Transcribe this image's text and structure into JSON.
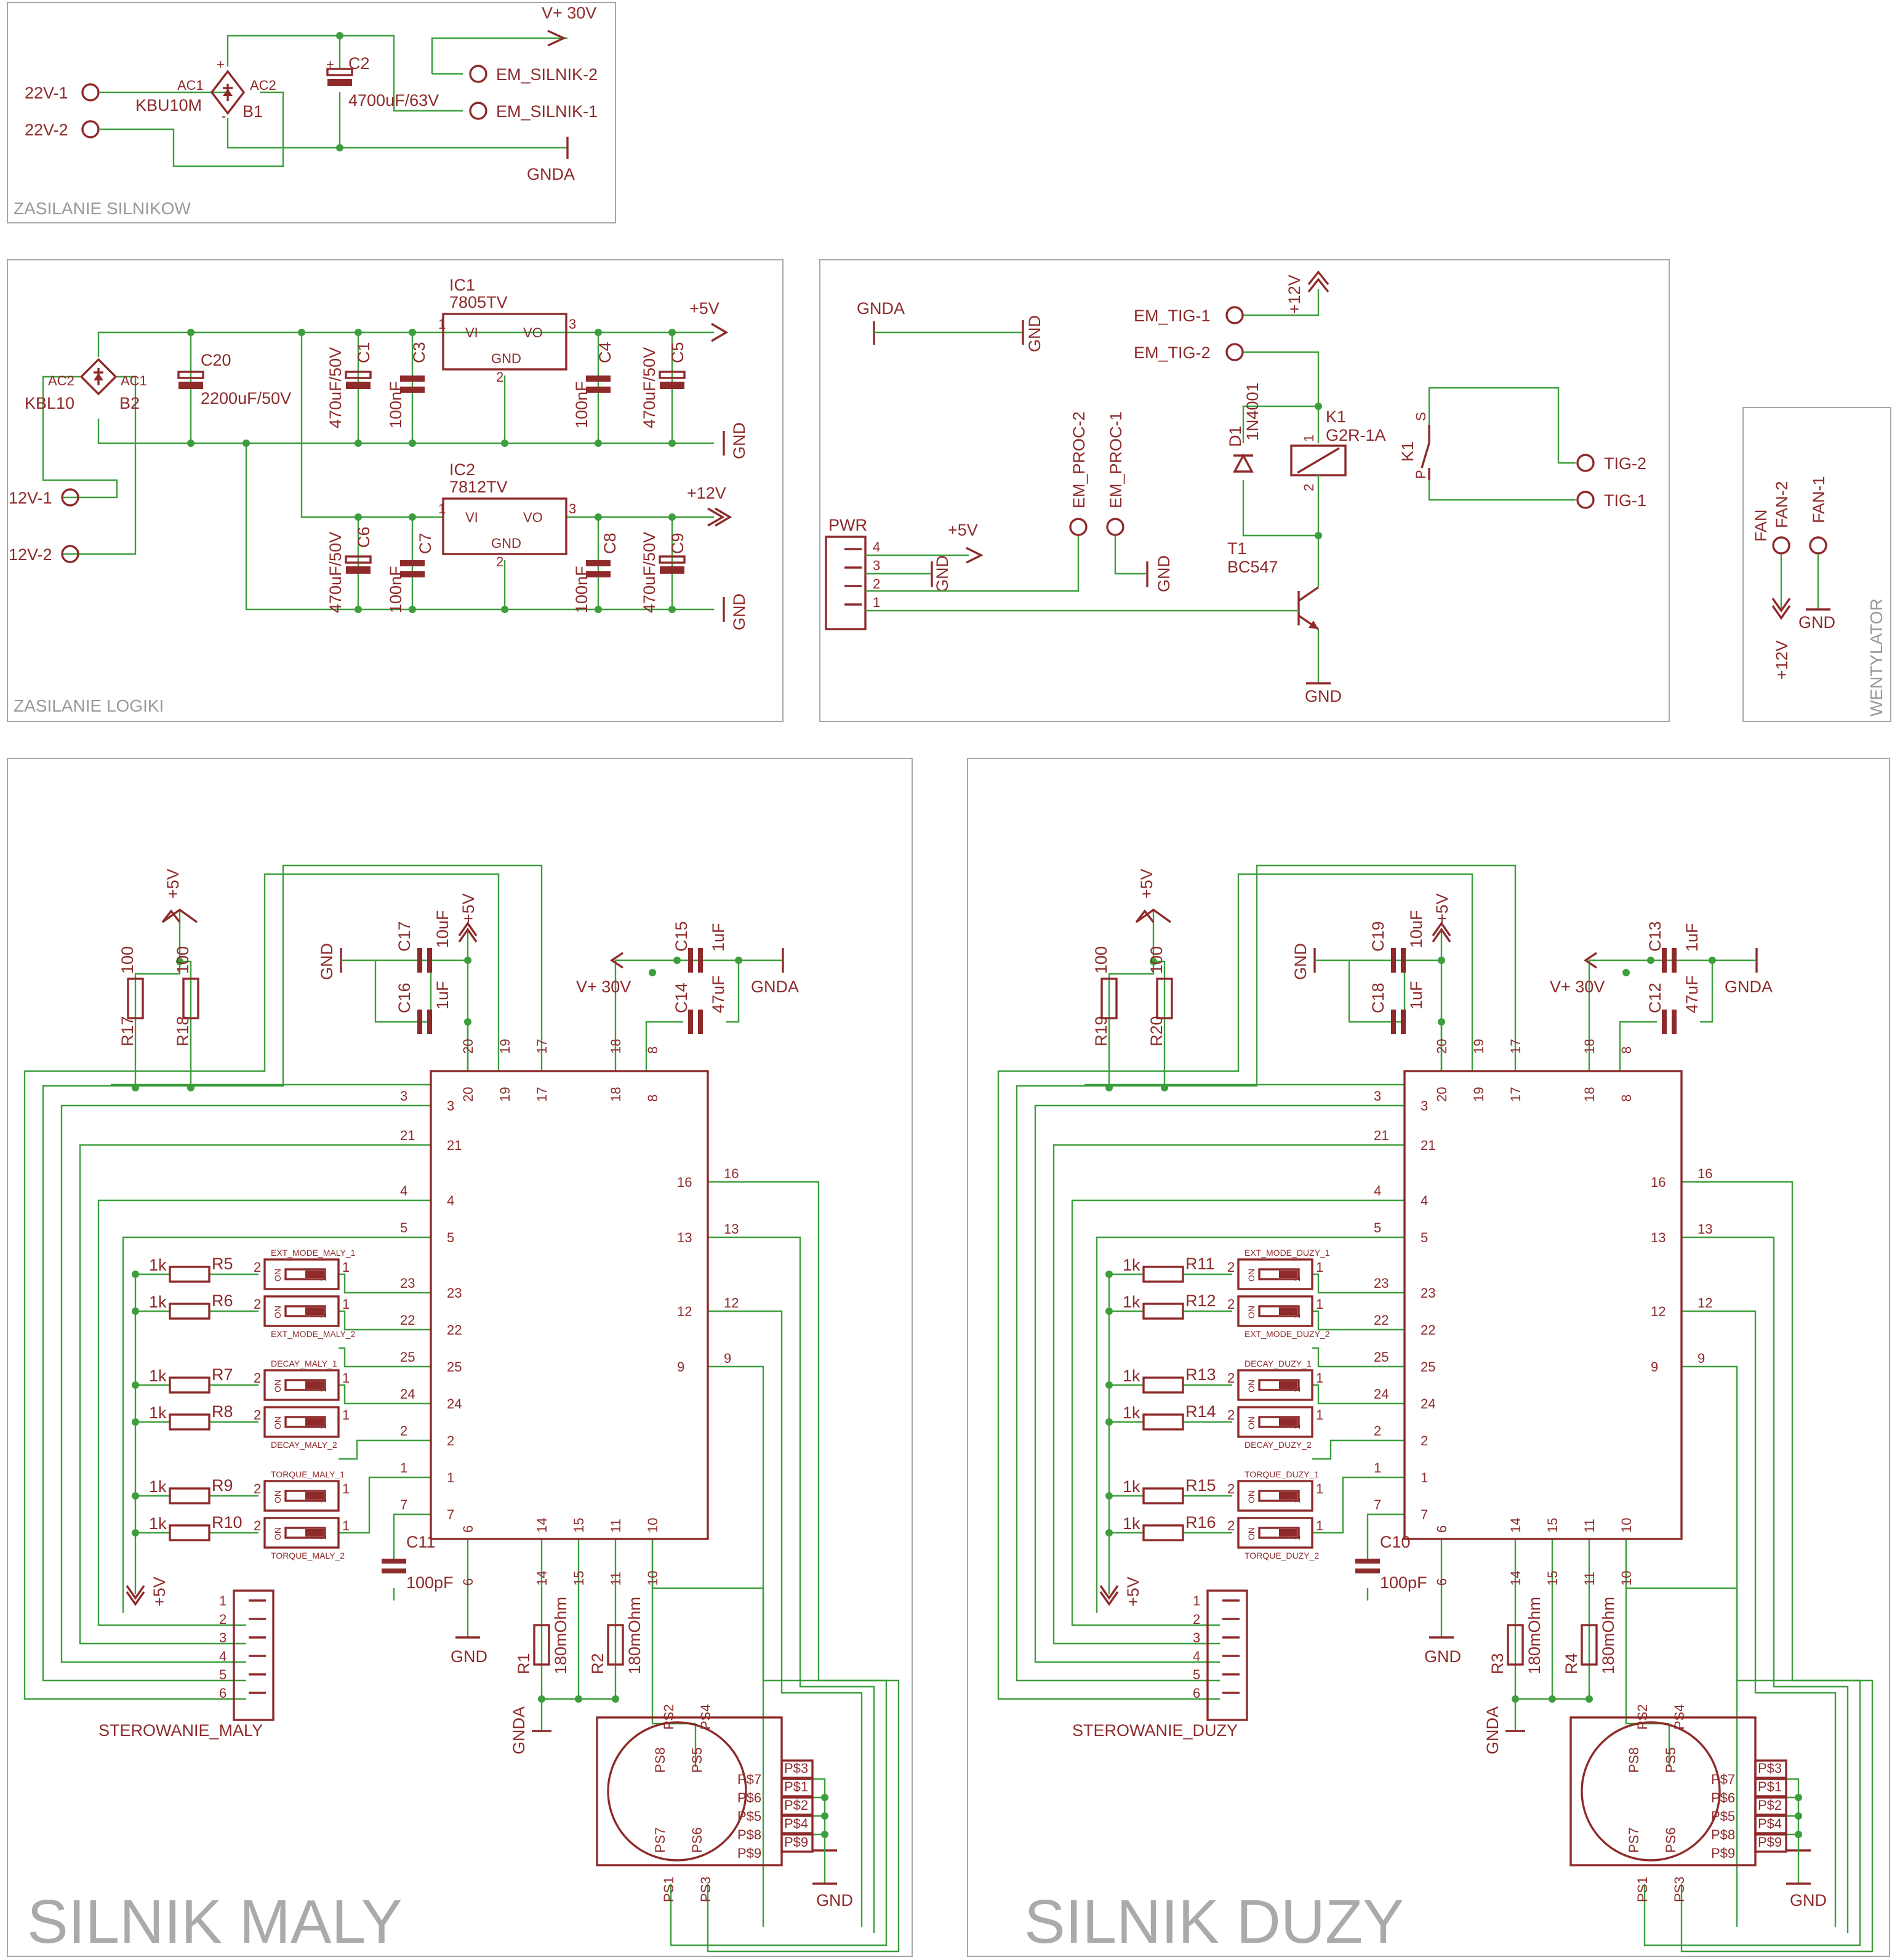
{
  "sheets": {
    "motor_power": "ZASILANIE SILNIKOW",
    "logic_power": "ZASILANIE LOGIKI",
    "fan": "WENTYLATOR",
    "small_motor": "SILNIK MALY",
    "large_motor": "SILNIK DUZY"
  },
  "motor_power": {
    "in1": "22V-1",
    "in2": "22V-2",
    "bridge_name": "B1",
    "bridge_value": "KBU10M",
    "ac1": "AC1",
    "ac2": "AC2",
    "plus": "+",
    "minus": "-",
    "cap_name": "C2",
    "cap_value": "4700uF/63V",
    "vplus": "V+ 30V",
    "em2": "EM_SILNIK-2",
    "em1": "EM_SILNIK-1",
    "gnda": "GNDA"
  },
  "logic_power": {
    "bridge_name": "B2",
    "bridge_value": "KBL10",
    "ac1": "AC1",
    "ac2": "AC2",
    "in1": "12V-1",
    "in2": "12V-2",
    "c20": "C20",
    "c20v": "2200uF/50V",
    "ic1": "IC1",
    "ic1v": "7805TV",
    "ic2": "IC2",
    "ic2v": "7812TV",
    "vi": "VI",
    "vo": "VO",
    "gnd": "GND",
    "p5v": "+5V",
    "p12v": "+12V",
    "c1": "C1",
    "c1v": "470uF/50V",
    "c3": "C3",
    "c3v": "100nF",
    "c4": "C4",
    "c4v": "100nF",
    "c5": "C5",
    "c5v": "470uF/50V",
    "c6": "C6",
    "c6v": "470uF/50V",
    "c7": "C7",
    "c7v": "100nF",
    "c8": "C8",
    "c8v": "100nF",
    "c9": "C9",
    "c9v": "470uF/50V",
    "pin1": "1",
    "pin2": "2",
    "pin3": "3"
  },
  "relay": {
    "gnda": "GNDA",
    "gnd": "GND",
    "em_tig1": "EM_TIG-1",
    "em_tig2": "EM_TIG-2",
    "p12v": "+12V",
    "p5v": "+5V",
    "em_proc2": "EM_PROC-2",
    "em_proc1": "EM_PROC-1",
    "d1": "D1",
    "d1v": "1N4001",
    "k1": "K1",
    "k1v": "G2R-1A",
    "k1b": "K1",
    "s": "S",
    "p": "P",
    "tig2": "TIG-2",
    "tig1": "TIG-1",
    "t1": "T1",
    "t1v": "BC547",
    "pwr": "PWR",
    "pins": [
      "4",
      "3",
      "2",
      "1"
    ],
    "coil1": "1",
    "coil2": "2"
  },
  "fan": {
    "fan": "FAN",
    "fan2": "FAN-2",
    "fan1": "FAN-1",
    "p12v": "+12V",
    "gnd": "GND"
  },
  "drivers": [
    {
      "r_pull": [
        "R17",
        "R18"
      ],
      "r_pull_v": "100",
      "p5v": "+5V",
      "gnd": "GND",
      "caps_top": [
        "C17",
        "C16"
      ],
      "caps_top_v": [
        "10uF",
        "1uF"
      ],
      "caps_v": [
        "C15",
        "C14"
      ],
      "caps_v_v": [
        "1uF",
        "47uF"
      ],
      "vplus": "V+ 30V",
      "gnda": "GNDA",
      "top_pins": [
        "20",
        "19",
        "17",
        "18",
        "8"
      ],
      "left_pins": [
        "3",
        "21",
        "4",
        "5",
        "23",
        "22",
        "25",
        "24",
        "2",
        "1",
        "7"
      ],
      "right_pins": [
        "16",
        "13",
        "12",
        "9"
      ],
      "bottom_pins": [
        "6",
        "14",
        "15",
        "11",
        "10"
      ],
      "res": [
        "R5",
        "R6",
        "R7",
        "R8",
        "R9",
        "R10"
      ],
      "res_v": "1k",
      "dip": [
        "EXT_MODE_MALY_1",
        "EXT_MODE_MALY_2",
        "DECAY_MALY_1",
        "DECAY_MALY_2",
        "TORQUE_MALY_1",
        "TORQUE_MALY_2"
      ],
      "on": "ON",
      "dip_pin1": "1",
      "dip_pin2": "2",
      "c11": "C11",
      "c11v": "100pF",
      "sense": [
        "R1",
        "R2"
      ],
      "sense_v": "180mOhm",
      "conn": "STEROWANIE_MALY",
      "conn_pins": [
        "1",
        "2",
        "3",
        "4",
        "5",
        "6"
      ],
      "motor_pins_inner": [
        "PS8",
        "PS5",
        "PS7",
        "PS6"
      ],
      "motor_pins_top": [
        "PS2",
        "PS4"
      ],
      "motor_pins_bottom": [
        "PS1",
        "PS3"
      ],
      "motor_pins_right": [
        "P$7",
        "P$6",
        "P$5",
        "P$8",
        "P$9"
      ],
      "motor_pins_box": [
        "P$3",
        "P$1",
        "P$2",
        "P$4",
        "P$9"
      ]
    },
    {
      "r_pull": [
        "R19",
        "R20"
      ],
      "r_pull_v": "100",
      "p5v": "+5V",
      "gnd": "GND",
      "caps_top": [
        "C19",
        "C18"
      ],
      "caps_top_v": [
        "10uF",
        "1uF"
      ],
      "caps_v": [
        "C13",
        "C12"
      ],
      "caps_v_v": [
        "1uF",
        "47uF"
      ],
      "vplus": "V+ 30V",
      "gnda": "GNDA",
      "top_pins": [
        "20",
        "19",
        "17",
        "18",
        "8"
      ],
      "left_pins": [
        "3",
        "21",
        "4",
        "5",
        "23",
        "22",
        "25",
        "24",
        "2",
        "1",
        "7"
      ],
      "right_pins": [
        "16",
        "13",
        "12",
        "9"
      ],
      "bottom_pins": [
        "6",
        "14",
        "15",
        "11",
        "10"
      ],
      "res": [
        "R11",
        "R12",
        "R13",
        "R14",
        "R15",
        "R16"
      ],
      "res_v": "1k",
      "dip": [
        "EXT_MODE_DUZY_1",
        "EXT_MODE_DUZY_2",
        "DECAY_DUZY_1",
        "DECAY_DUZY_2",
        "TORQUE_DUZY_1",
        "TORQUE_DUZY_2"
      ],
      "on": "ON",
      "dip_pin1": "1",
      "dip_pin2": "2",
      "c11": "C10",
      "c11v": "100pF",
      "sense": [
        "R3",
        "R4"
      ],
      "sense_v": "180mOhm",
      "conn": "STEROWANIE_DUZY",
      "conn_pins": [
        "1",
        "2",
        "3",
        "4",
        "5",
        "6"
      ],
      "motor_pins_inner": [
        "PS8",
        "PS5",
        "PS7",
        "PS6"
      ],
      "motor_pins_top": [
        "PS2",
        "PS4"
      ],
      "motor_pins_bottom": [
        "PS1",
        "PS3"
      ],
      "motor_pins_right": [
        "P$7",
        "P$6",
        "P$5",
        "P$8",
        "P$9"
      ],
      "motor_pins_box": [
        "P$3",
        "P$1",
        "P$2",
        "P$4",
        "P$9"
      ]
    }
  ],
  "colors": {
    "wire": "#3c9e3c",
    "component": "#8e2a2a",
    "frame": "#a8a8a8",
    "title": "#aaaaaa"
  }
}
